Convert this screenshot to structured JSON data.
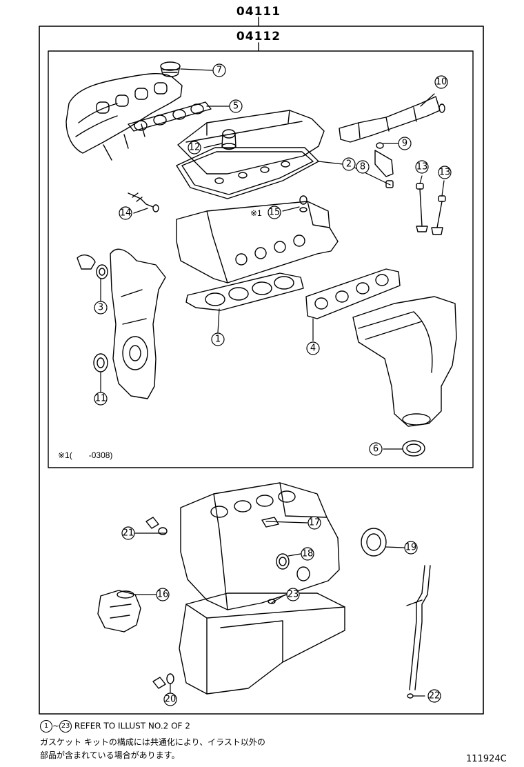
{
  "header": {
    "kit_part_number": "04111",
    "gasket_kit_part_number": "04112"
  },
  "callouts": [
    "1",
    "2",
    "3",
    "4",
    "5",
    "6",
    "7",
    "8",
    "9",
    "10",
    "11",
    "12",
    "13",
    "13",
    "14",
    "15",
    "16",
    "17",
    "18",
    "19",
    "20",
    "21",
    "22",
    "23"
  ],
  "note": {
    "marker": "※1",
    "text": "※1(　　-0308)"
  },
  "footer": {
    "range_start": "1",
    "range_tilde": "~",
    "range_end": "23",
    "refer_text": "REFER TO ILLUST NO.2 OF 2",
    "jp_line1": "ガスケット キットの構成には共通化により、イラスト以外の",
    "jp_line2": "部品が含まれている場合があります。",
    "illust_code": "111924C"
  }
}
